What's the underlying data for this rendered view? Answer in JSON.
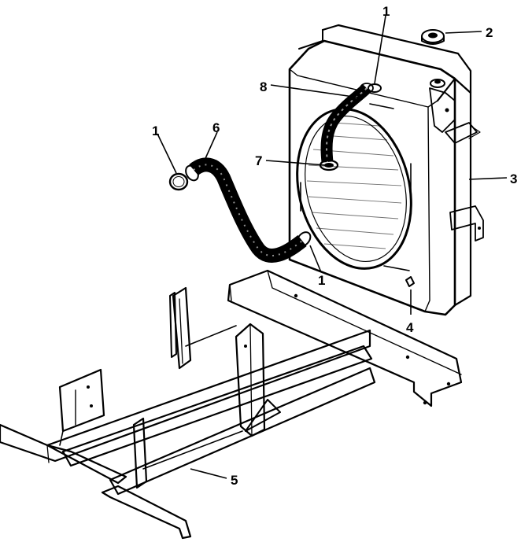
{
  "callouts": [
    {
      "id": "c1-top",
      "label": "1"
    },
    {
      "id": "c2",
      "label": "2"
    },
    {
      "id": "c8",
      "label": "8"
    },
    {
      "id": "c1-left",
      "label": "1"
    },
    {
      "id": "c6",
      "label": "6"
    },
    {
      "id": "c7",
      "label": "7"
    },
    {
      "id": "c3",
      "label": "3"
    },
    {
      "id": "c1-lower",
      "label": "1"
    },
    {
      "id": "c4",
      "label": "4"
    },
    {
      "id": "c5",
      "label": "5"
    }
  ]
}
